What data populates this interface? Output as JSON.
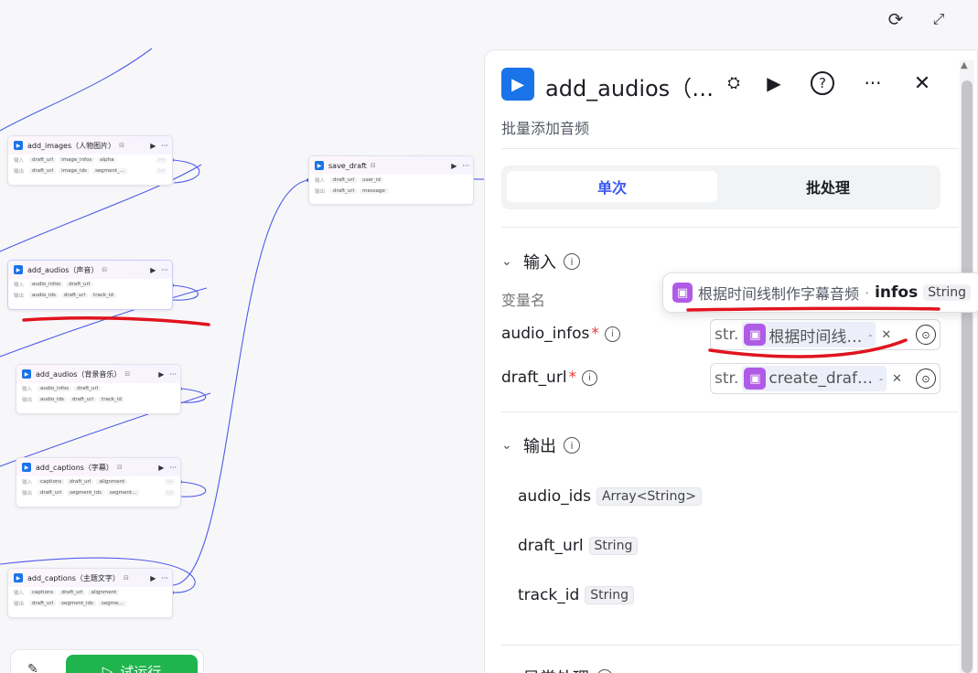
{
  "toolbar": {
    "refresh_icon": "refresh-icon",
    "fullscreen_icon": "expand-icon"
  },
  "nodes": {
    "add_images": {
      "title": "add_images（人物图片）",
      "badge": "⊟",
      "in_label": "输入",
      "out_label": "输出",
      "inputs": [
        "draft_url",
        "image_infos",
        "alpha"
      ],
      "outputs": [
        "draft_url",
        "image_ids",
        "segment_..."
      ]
    },
    "save_draft": {
      "title": "save_draft",
      "badge": "⊟",
      "in_label": "输入",
      "out_label": "输出",
      "inputs": [
        "draft_url",
        "user_id"
      ],
      "outputs": [
        "draft_url",
        "message"
      ]
    },
    "add_audios_voice": {
      "title": "add_audios（声音）",
      "badge": "⊟",
      "in_label": "输入",
      "out_label": "输出",
      "inputs": [
        "audio_infos",
        "draft_url"
      ],
      "outputs": [
        "audio_ids",
        "draft_url",
        "track_id"
      ]
    },
    "add_audios_bgm": {
      "title": "add_audios（背景音乐）",
      "badge": "⊟",
      "in_label": "输入",
      "out_label": "输出",
      "inputs": [
        "audio_infos",
        "draft_url"
      ],
      "outputs": [
        "audio_ids",
        "draft_url",
        "track_id"
      ]
    },
    "add_captions_sub": {
      "title": "add_captions（字幕）",
      "badge": "⊟",
      "in_label": "输入",
      "out_label": "输出",
      "inputs": [
        "captions",
        "draft_url",
        "alignment"
      ],
      "outputs": [
        "draft_url",
        "segment_ids",
        "segment..."
      ]
    },
    "add_captions_title": {
      "title": "add_captions（主题文字）",
      "badge": "⊟",
      "in_label": "输入",
      "out_label": "输出",
      "inputs": [
        "captions",
        "draft_url",
        "alignment"
      ],
      "outputs": [
        "draft_url",
        "segment_ids",
        "segme..."
      ]
    }
  },
  "bottom": {
    "run_label": "试运行"
  },
  "panel": {
    "title": "add_audios（…",
    "description": "批量添加音频",
    "tabs": {
      "single": "单次",
      "batch": "批处理"
    },
    "input_section": "输入",
    "var_header": "变量名",
    "fields": [
      {
        "name": "audio_infos",
        "required": "*",
        "type": "str.",
        "ref": "根据时间线…",
        "tail": "-"
      },
      {
        "name": "draft_url",
        "required": "*",
        "type": "str.",
        "ref": "create_draf…",
        "tail": "-"
      }
    ],
    "output_section": "输出",
    "outputs": [
      {
        "name": "audio_ids",
        "type": "Array<String>"
      },
      {
        "name": "draft_url",
        "type": "String"
      },
      {
        "name": "track_id",
        "type": "String"
      }
    ],
    "next_section": "异常处理"
  },
  "tooltip": {
    "source": "根据时间线制作字幕音频",
    "sep": "·",
    "field": "infos",
    "type": "String"
  },
  "colors": {
    "accent": "#3957f2",
    "run_green": "#1fb44d",
    "wire": "#4f5be8",
    "annotation": "#e0141e",
    "plugin_purple": "#b05be6"
  }
}
